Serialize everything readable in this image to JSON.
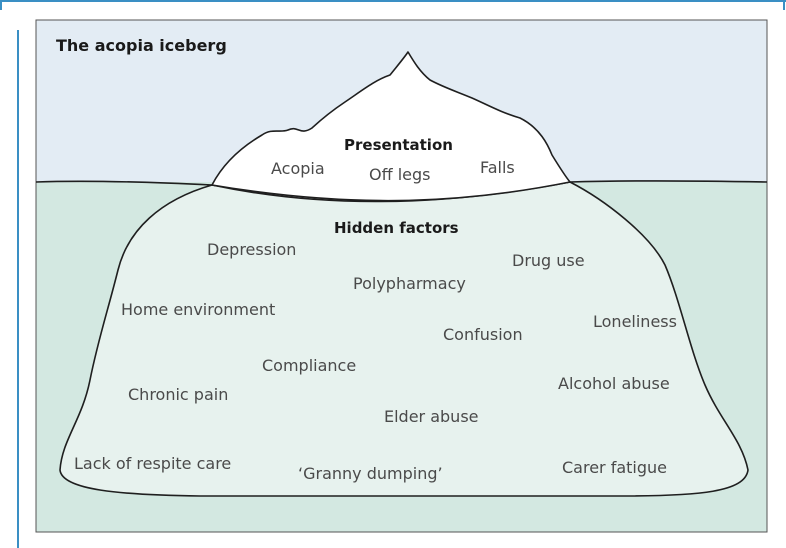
{
  "title": "The acopia iceberg",
  "colors": {
    "sky": "#e3ecf4",
    "water": "#d3e8e1",
    "ice": "#ffffff",
    "submerged_ice": "#e7f2ee",
    "frame_accent": "#3a8fc4",
    "outline": "#1f1f1f"
  },
  "presentation": {
    "heading": "Presentation",
    "items": [
      "Acopia",
      "Off legs",
      "Falls"
    ]
  },
  "hidden": {
    "heading": "Hidden factors",
    "items": [
      "Depression",
      "Drug use",
      "Polypharmacy",
      "Home environment",
      "Loneliness",
      "Confusion",
      "Compliance",
      "Alcohol abuse",
      "Chronic pain",
      "Elder abuse",
      "Lack of respite care",
      "‘Granny dumping’",
      "Carer fatigue"
    ]
  }
}
